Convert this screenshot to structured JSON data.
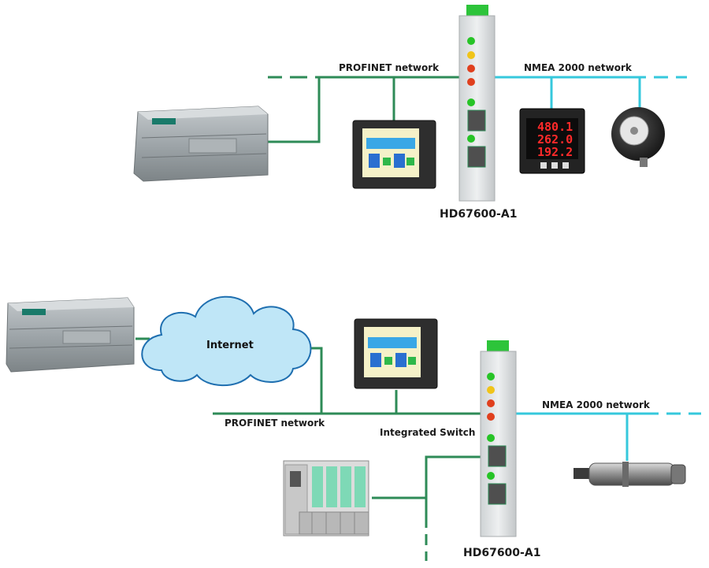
{
  "top": {
    "profinet_label": "PROFINET network",
    "nmea_label": "NMEA 2000 network",
    "gateway_label": "HD67600-A1",
    "meter_readings": [
      "480.1",
      "262.0",
      "192.2"
    ]
  },
  "bottom": {
    "internet_label": "Internet",
    "profinet_label": "PROFINET network",
    "switch_label": "Integrated Switch",
    "nmea_label": "NMEA 2000 network",
    "gateway_label": "HD67600-A1"
  },
  "colors": {
    "profinet_line": "#2e8b57",
    "nmea_line": "#36c8dc",
    "led_green": "#27c427",
    "led_yellow": "#f0c419",
    "led_red": "#e0401e",
    "cloud_fill": "#bfe6f7",
    "cloud_stroke": "#1f6fb0"
  },
  "icons": [
    "plc-icon",
    "hmi-panel-icon",
    "gateway-icon",
    "power-meter-icon",
    "encoder-icon",
    "cloud-icon",
    "io-module-icon",
    "sensor-icon"
  ]
}
